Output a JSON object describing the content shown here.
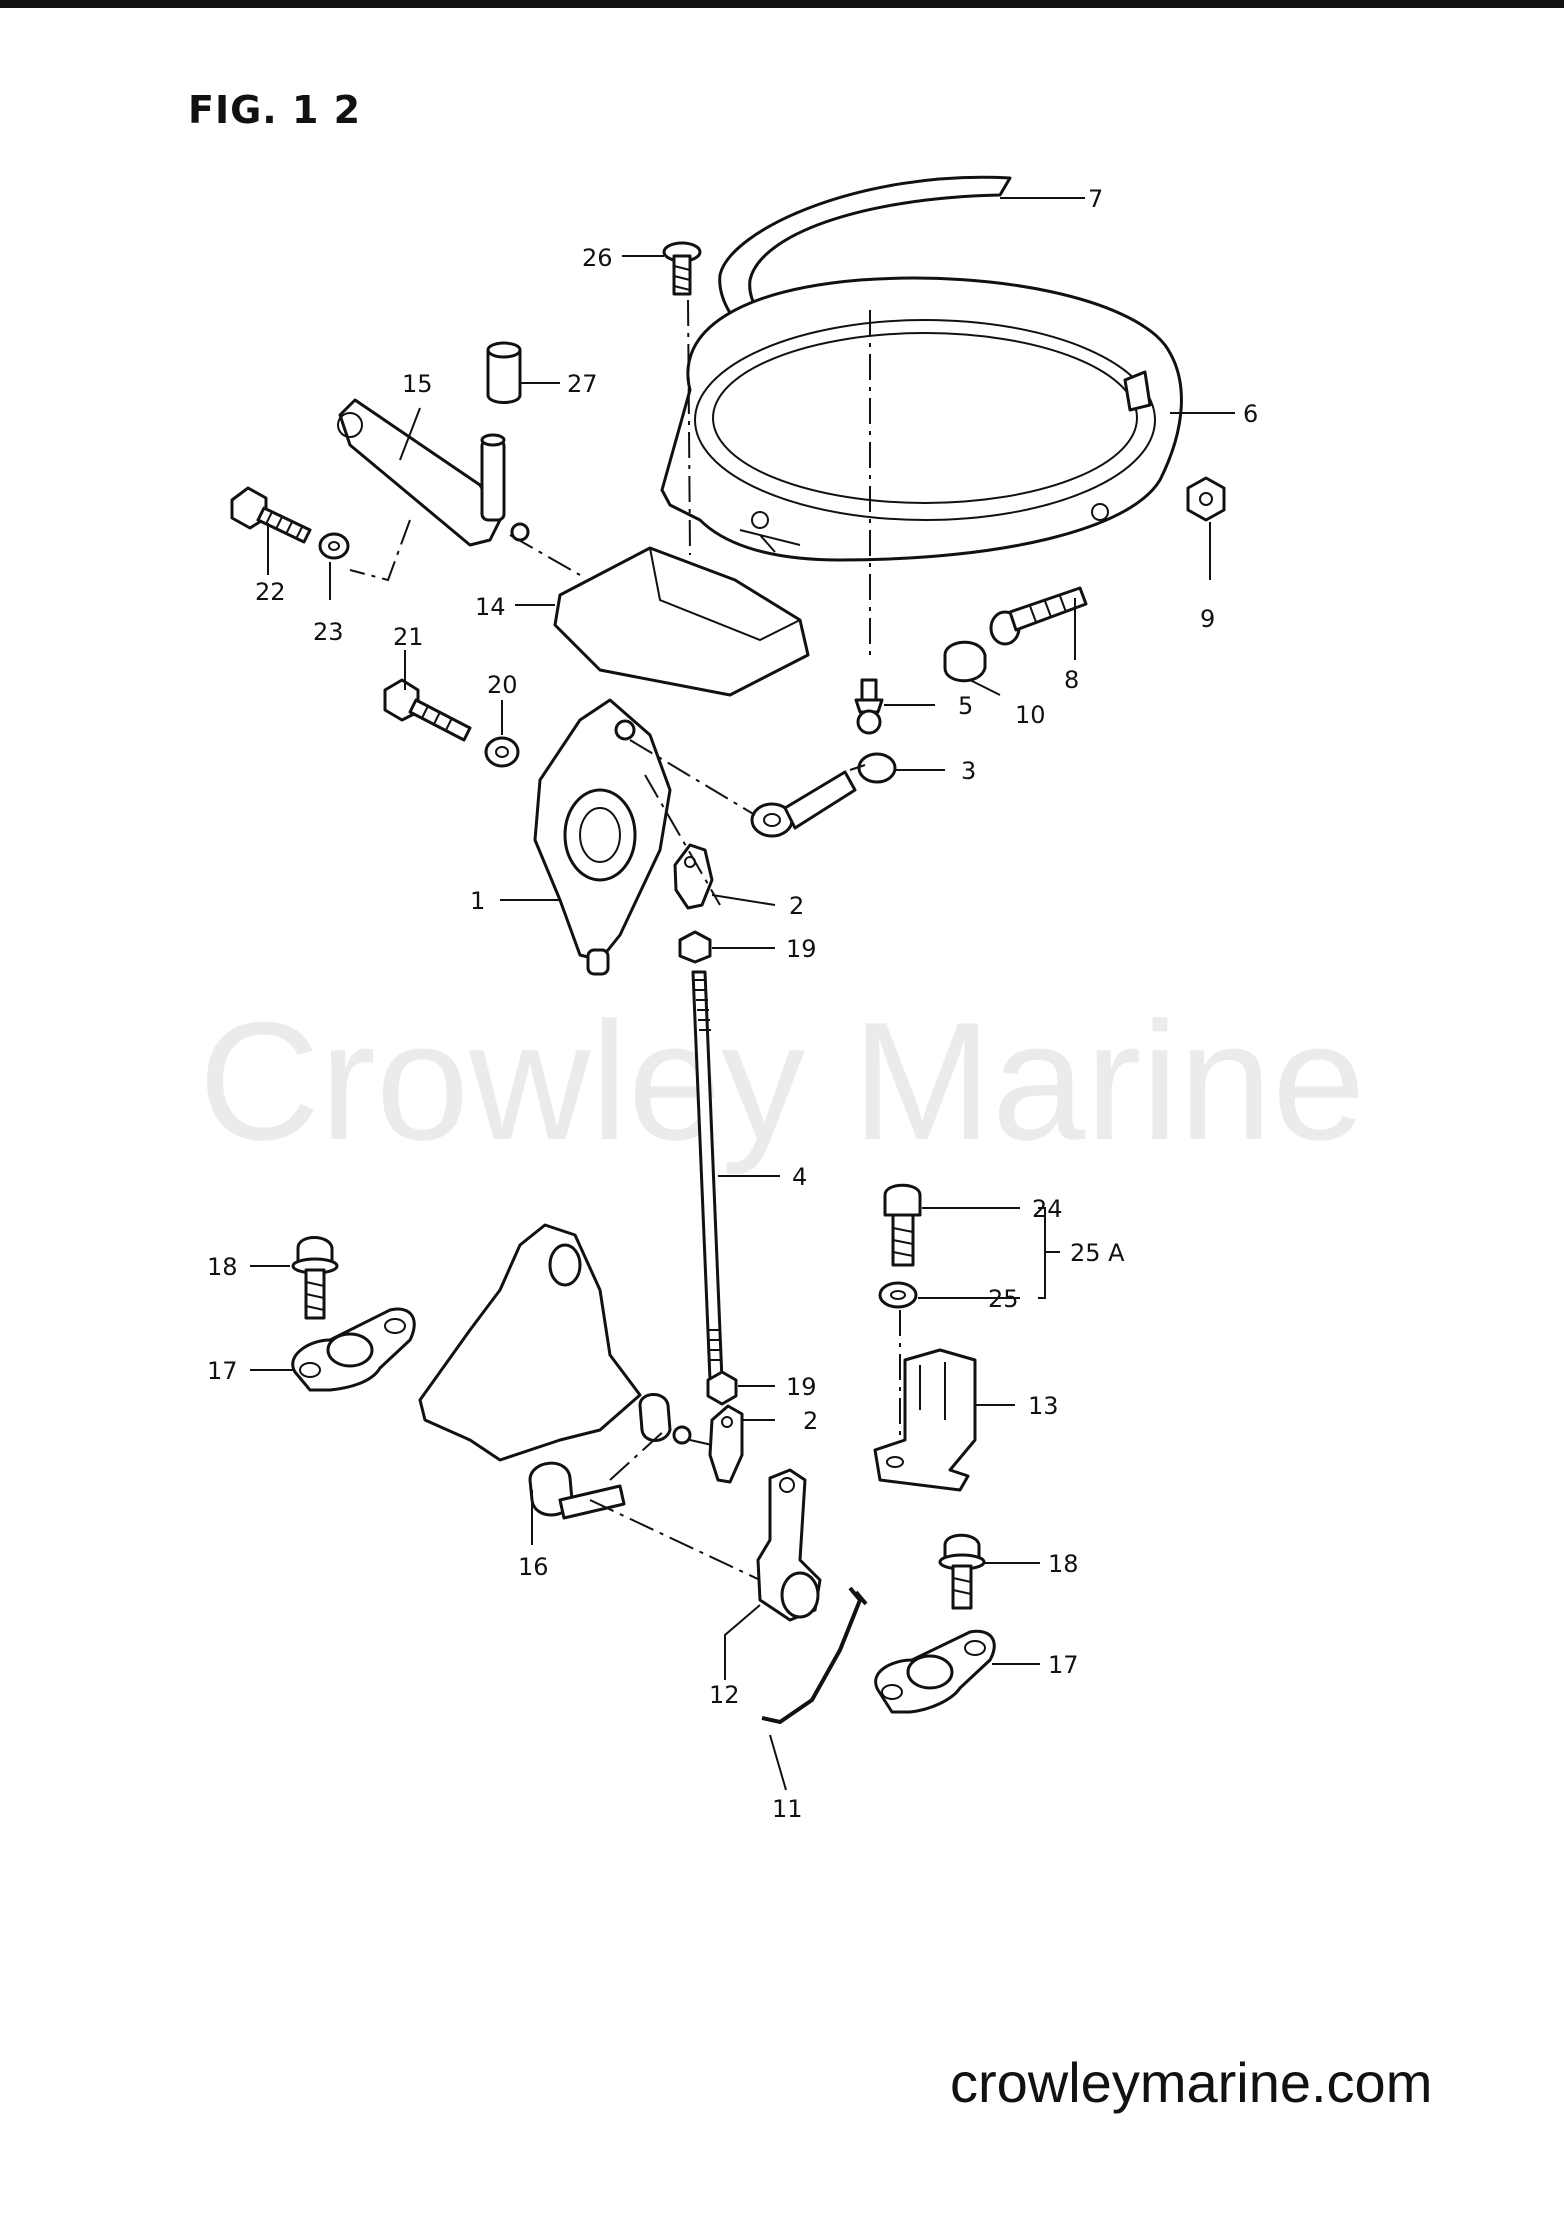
{
  "figure": {
    "title": "FIG. 1 2"
  },
  "watermark": "Crowley Marine",
  "website": "crowleymarine.com",
  "callouts": {
    "c1": "1",
    "c2a": "2",
    "c2b": "2",
    "c3": "3",
    "c4": "4",
    "c5": "5",
    "c6": "6",
    "c7": "7",
    "c8": "8",
    "c9": "9",
    "c10": "10",
    "c11": "11",
    "c12": "12",
    "c13": "13",
    "c14": "14",
    "c15": "15",
    "c16": "16",
    "c17a": "17",
    "c17b": "17",
    "c18a": "18",
    "c18b": "18",
    "c19a": "19",
    "c19b": "19",
    "c20": "20",
    "c21": "21",
    "c22": "22",
    "c23": "23",
    "c24": "24",
    "c25": "25",
    "c25A": "25 A",
    "c26": "26",
    "c27": "27"
  }
}
